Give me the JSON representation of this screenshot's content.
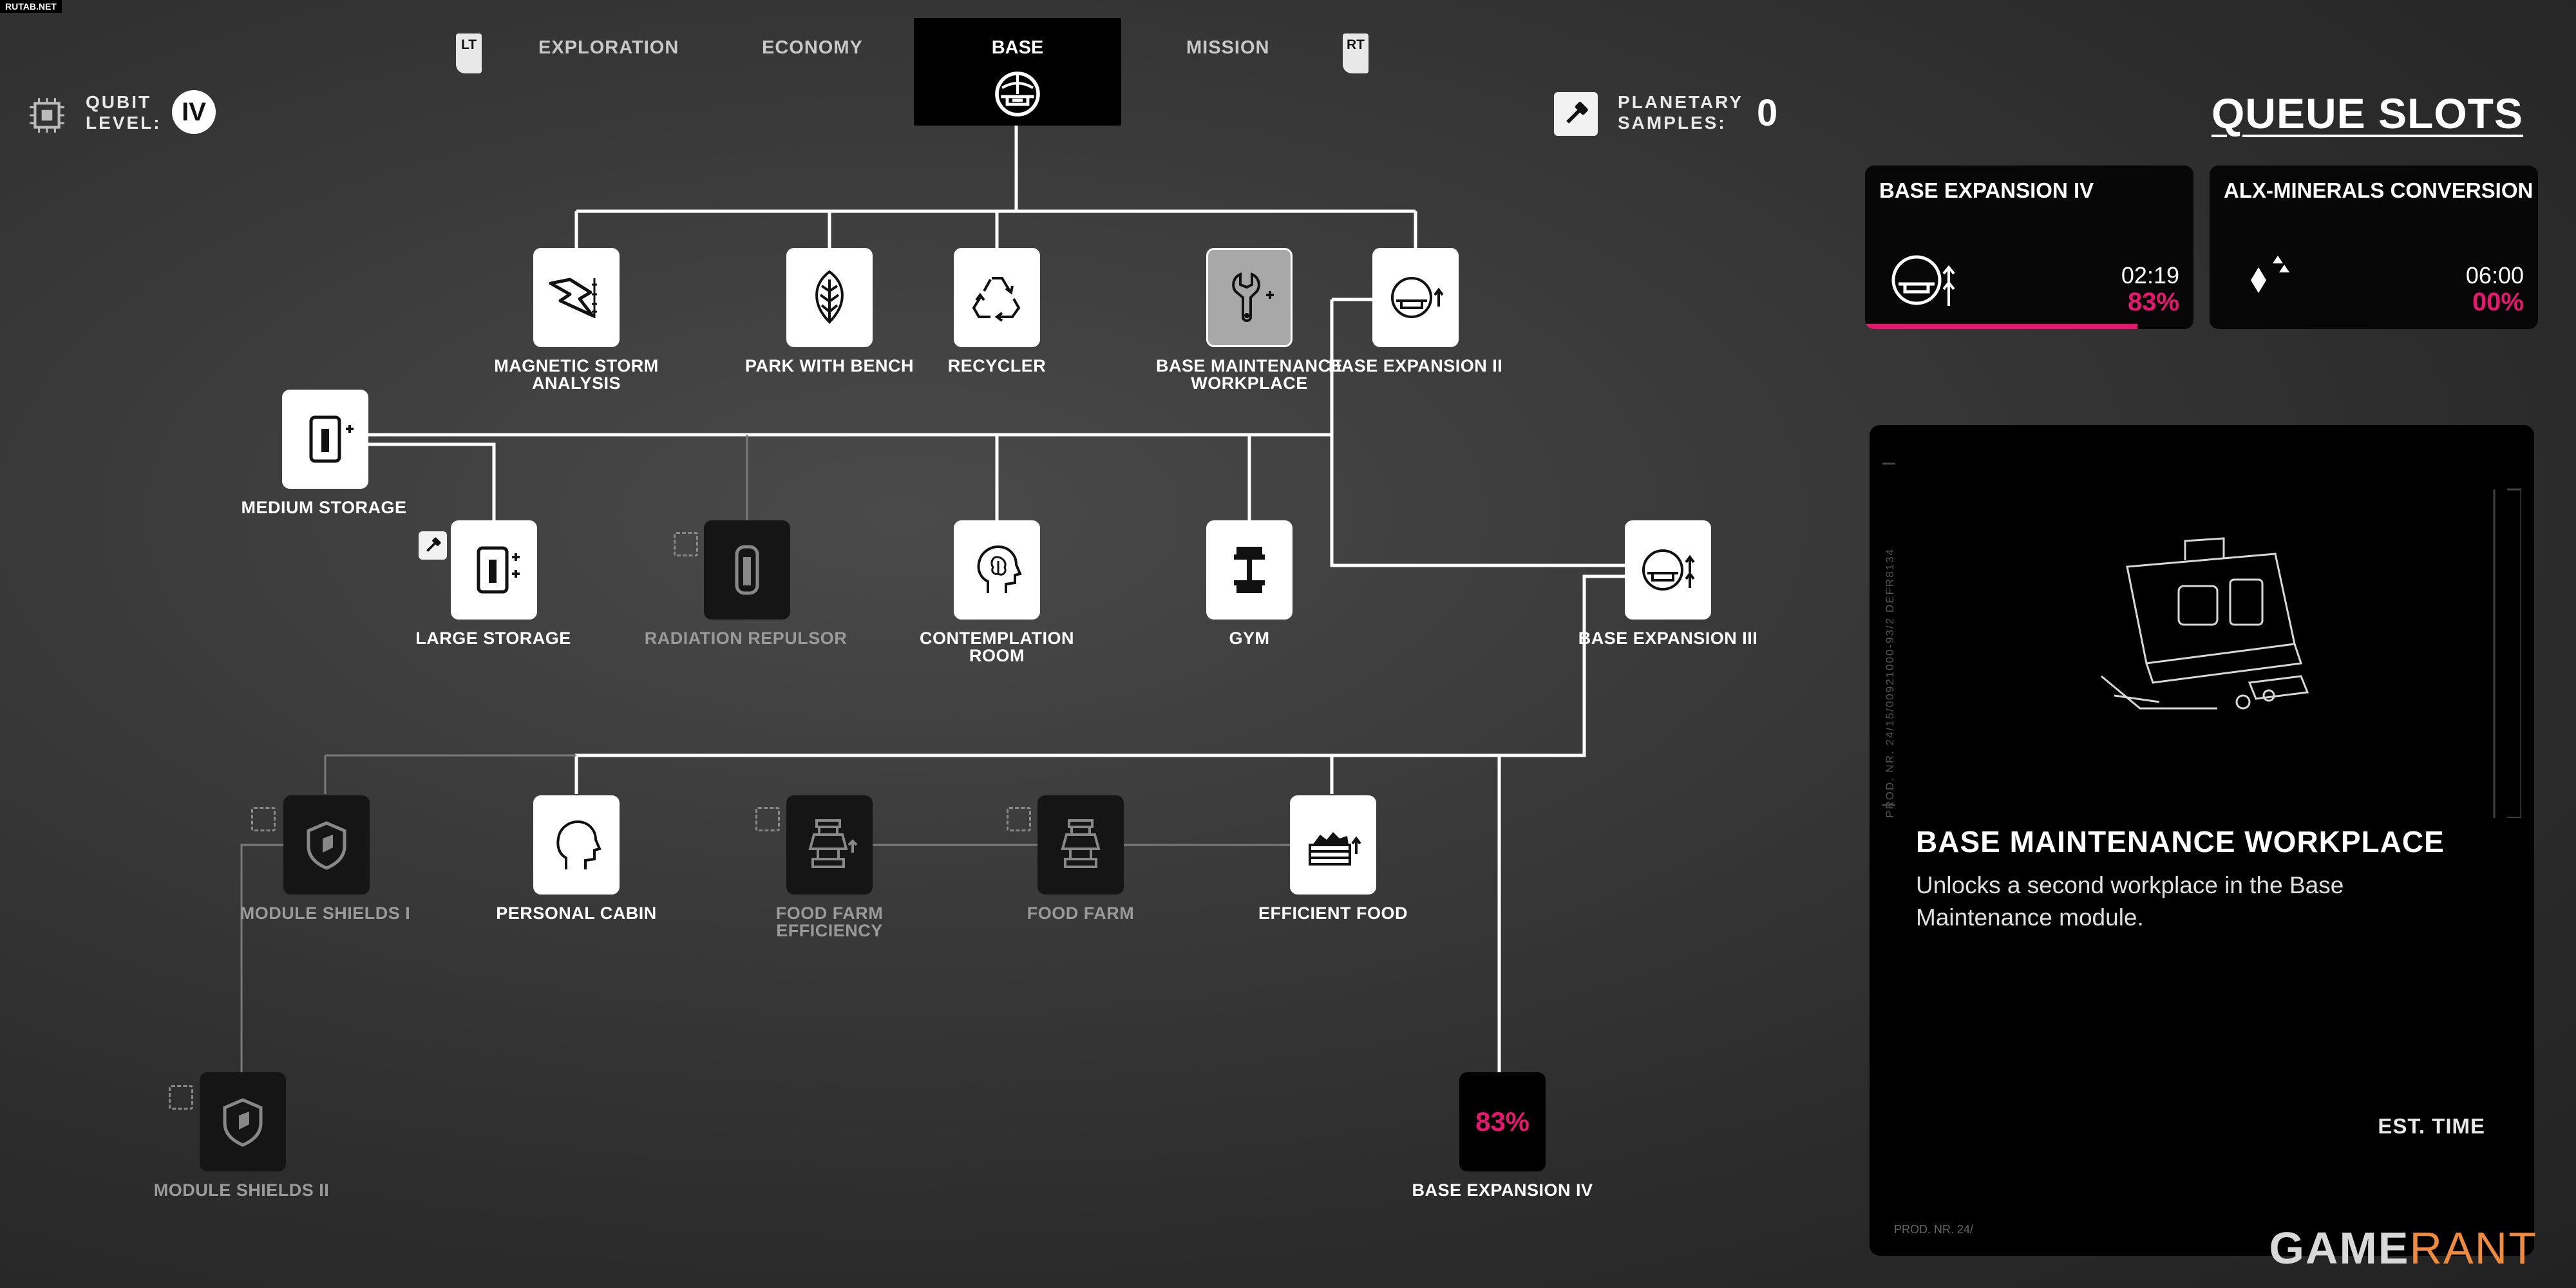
{
  "watermark_top": "RUTAB.NET",
  "tabs": {
    "left_button": "LT",
    "right_button": "RT",
    "exploration": "EXPLORATION",
    "economy": "ECONOMY",
    "base": "BASE",
    "mission": "MISSION"
  },
  "qubit": {
    "label_line1": "QUBIT",
    "label_line2": "LEVEL:",
    "level": "IV"
  },
  "samples": {
    "label_line1": "PLANETARY",
    "label_line2": "SAMPLES:",
    "count": "0"
  },
  "queue": {
    "title": "QUEUE SLOTS",
    "slots": [
      {
        "name": "BASE EXPANSION IV",
        "time": "02:19",
        "percent": "83%",
        "progress": 0.83
      },
      {
        "name": "ALX-MINERALS CONVERSION",
        "time": "06:00",
        "percent": "00%",
        "progress": 0.0
      }
    ]
  },
  "detail": {
    "title": "BASE MAINTENANCE WORKPLACE",
    "description": "Unlocks a second workplace in the Base Maintenance module.",
    "est_label": "EST. TIME",
    "prod_text": "PROD. NR. 24/",
    "vertical_text": "PROD. NR. 24/15/00921000-93/2 DEFR8134"
  },
  "nodes": {
    "magnetic": {
      "label": "MAGNETIC STORM ANALYSIS"
    },
    "park": {
      "label": "PARK WITH BENCH"
    },
    "recycler": {
      "label": "RECYCLER"
    },
    "maintenance": {
      "label": "BASE MAINTENANCE WORKPLACE"
    },
    "expansion2": {
      "label": "BASE EXPANSION II"
    },
    "medium_storage": {
      "label": "MEDIUM STORAGE"
    },
    "large_storage": {
      "label": "LARGE STORAGE"
    },
    "radiation": {
      "label": "RADIATION REPULSOR"
    },
    "contemplation": {
      "label": "CONTEMPLATION ROOM"
    },
    "gym": {
      "label": "GYM"
    },
    "expansion3": {
      "label": "BASE EXPANSION III"
    },
    "shields1": {
      "label": "MODULE SHIELDS I"
    },
    "cabin": {
      "label": "PERSONAL CABIN"
    },
    "farm_eff": {
      "label": "FOOD FARM EFFICIENCY"
    },
    "farm": {
      "label": "FOOD FARM"
    },
    "eff_food": {
      "label": "EFFICIENT FOOD"
    },
    "shields2": {
      "label": "MODULE SHIELDS II"
    },
    "expansion4": {
      "label": "BASE EXPANSION IV",
      "percent": "83%"
    }
  },
  "brand": {
    "part1": "GAME",
    "part2": "RANT"
  },
  "colors": {
    "accent": "#e8166e",
    "brand_orange": "#f08a3c"
  }
}
